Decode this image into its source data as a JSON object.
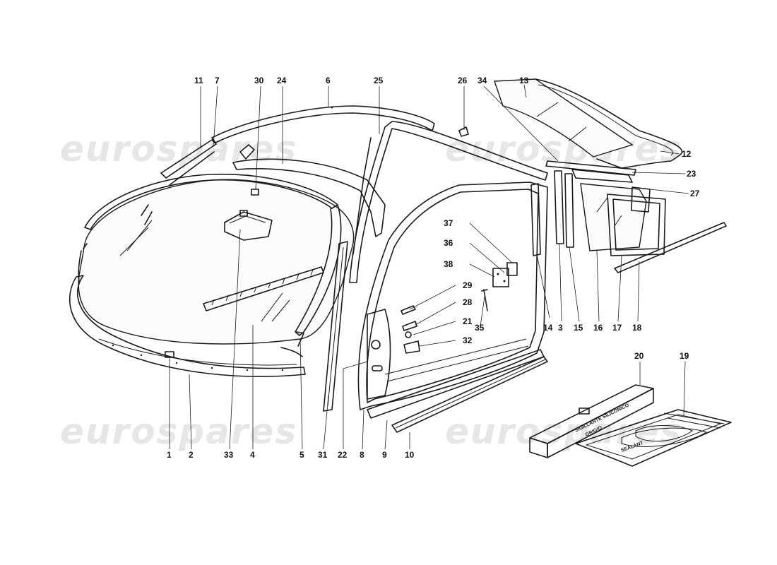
{
  "watermark": {
    "text": "eurospares"
  },
  "part_numbers": {
    "n1": "1",
    "n2": "2",
    "n3": "3",
    "n4": "4",
    "n5": "5",
    "n6": "6",
    "n7": "7",
    "n8": "8",
    "n9": "9",
    "n10": "10",
    "n11": "11",
    "n12": "12",
    "n13": "13",
    "n14": "14",
    "n15": "15",
    "n16": "16",
    "n17": "17",
    "n18": "18",
    "n19": "19",
    "n20": "20",
    "n21": "21",
    "n22": "22",
    "n23": "23",
    "n24": "24",
    "n25": "25",
    "n26": "26",
    "n27": "27",
    "n28": "28",
    "n29": "29",
    "n30": "30",
    "n31": "31",
    "n32": "32",
    "n33": "33",
    "n34": "34",
    "n35": "35",
    "n36": "36",
    "n37": "37",
    "n38": "38"
  },
  "sealant_box": {
    "line1": "SIGILLANTE SILICONICO",
    "line2": "GRIGIO"
  },
  "sealant_sheet": {
    "line1": "SEALANT"
  },
  "colors": {
    "ink": "#1a1a1a",
    "watermark": "#e6e6e6",
    "background": "#ffffff"
  }
}
